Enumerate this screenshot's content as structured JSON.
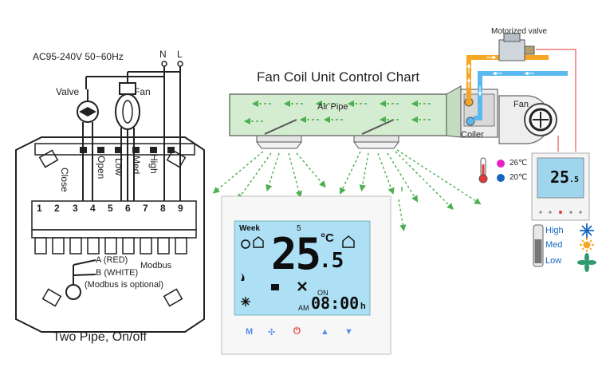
{
  "wiring": {
    "power_spec": "AC95-240V  50~60Hz",
    "neutral_label": "N",
    "line_label": "L",
    "valve_label": "Valve",
    "fan_label": "Fan",
    "terminal_numbers": [
      "1",
      "2",
      "3",
      "4",
      "5",
      "6",
      "7",
      "8",
      "9"
    ],
    "terminal_labels": [
      "Close",
      "Open",
      "Low",
      "Med",
      "High"
    ],
    "modbus_a": "A (RED)",
    "modbus_b": "B (WHITE)",
    "modbus_title": "Modbus",
    "modbus_note": "(Modbus is optional)",
    "caption": "Two Pipe, On/off"
  },
  "chart": {
    "title": "Fan Coil Unit Control Chart",
    "air_pipe_label": "Air Pipe",
    "motorized_valve_label": "Motorized valve",
    "fan_label": "Fan",
    "coiler_label": "Coiler",
    "temp_hot": "26℃",
    "temp_cold": "20℃",
    "speed_high": "High",
    "speed_med": "Med",
    "speed_low": "Low",
    "colors": {
      "hot_pipe": "#f5a623",
      "cold_pipe": "#5bb8f0",
      "airflow": "#4caf50",
      "wire": "#e53935",
      "hot_dot": "#e91ec9",
      "cold_dot": "#1565c0"
    }
  },
  "thermostat": {
    "week_label": "Week",
    "day_number": "5",
    "temperature_main": "25",
    "temperature_decimal": ".5",
    "unit": "°C",
    "on_label": "ON",
    "am_label": "AM",
    "time": "08:00",
    "hour_suffix": "h",
    "buttons": [
      "M",
      "fan",
      "power",
      "up",
      "down"
    ]
  },
  "small_thermostat": {
    "temperature_main": "25",
    "temperature_decimal": ".5"
  }
}
